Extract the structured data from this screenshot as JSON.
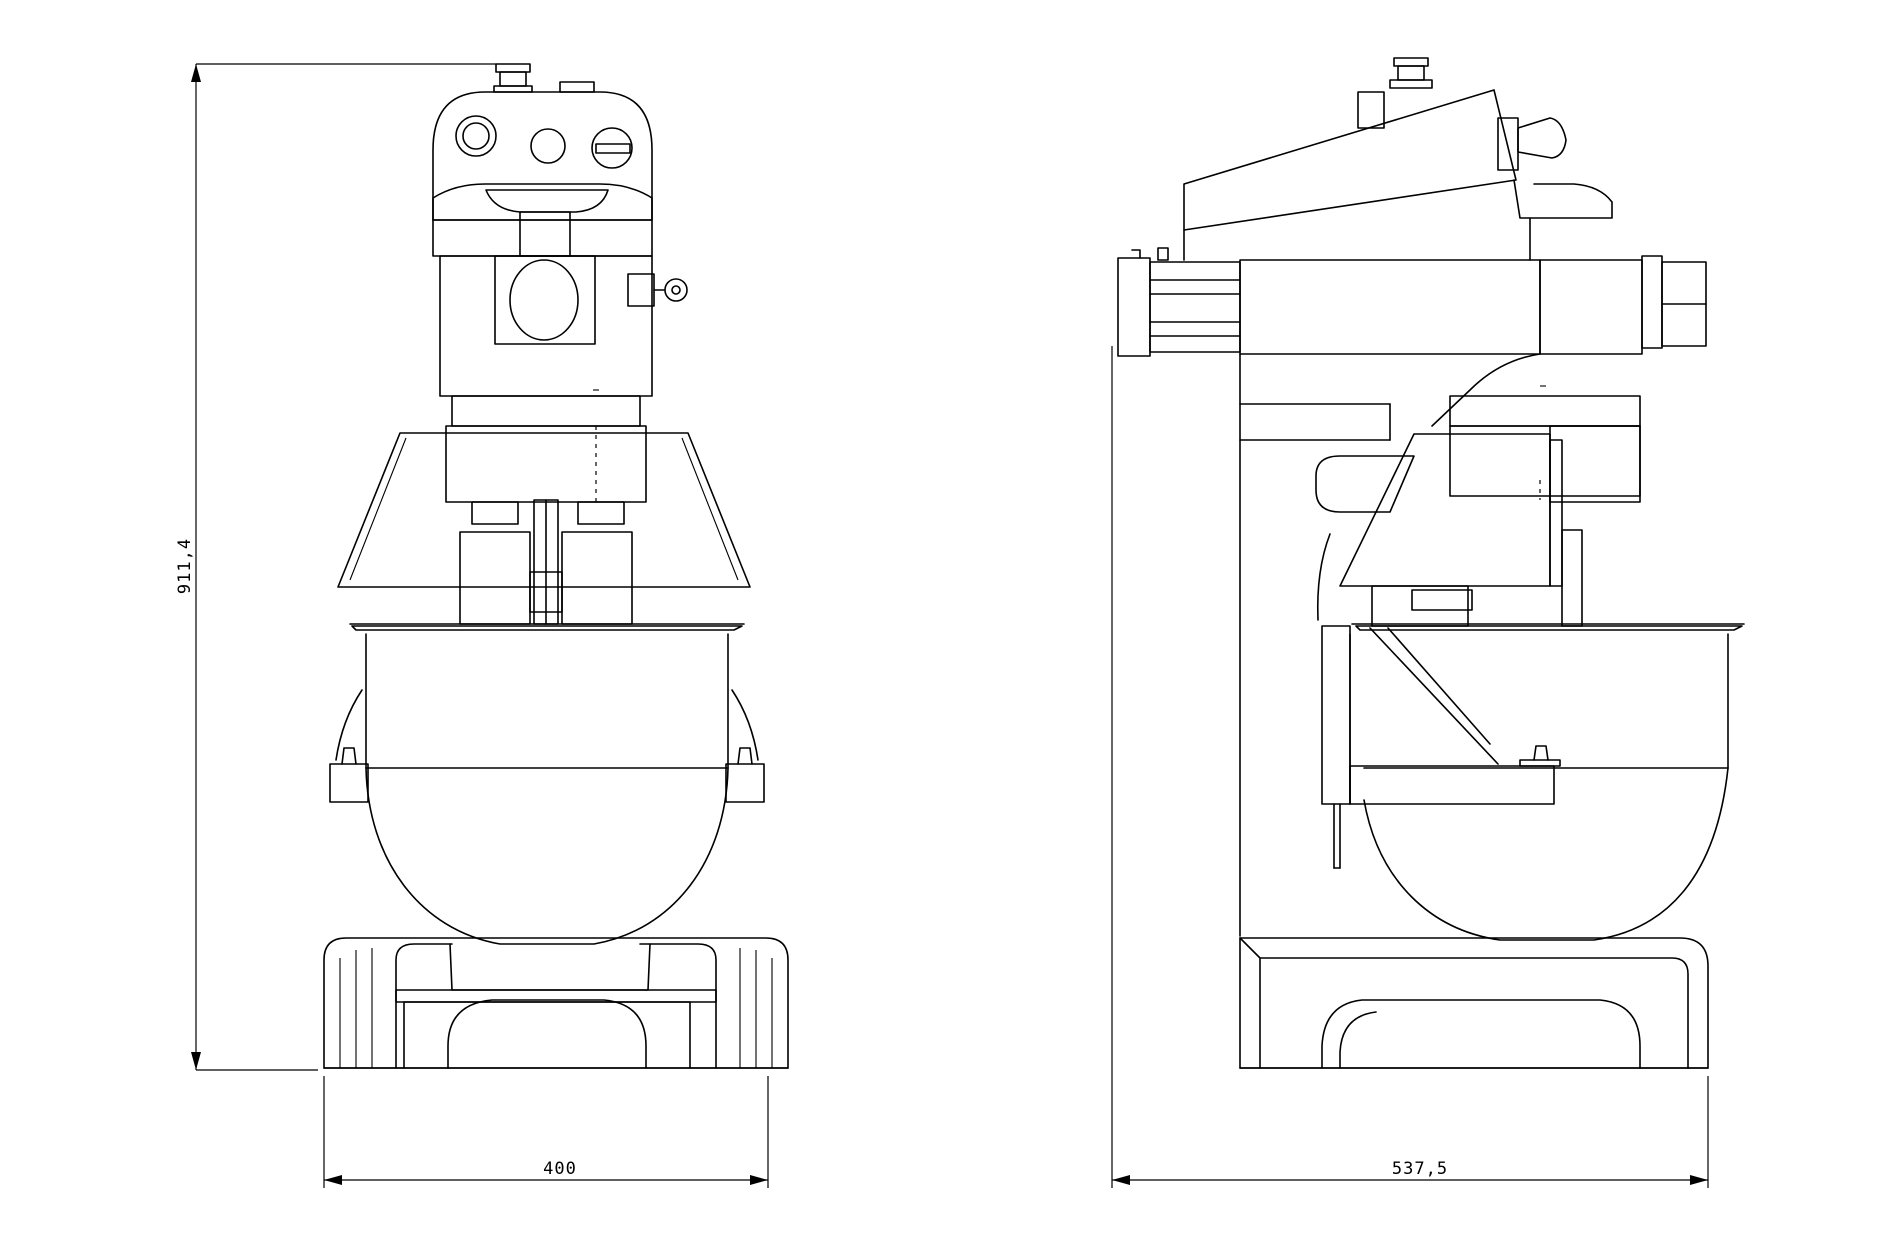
{
  "drawing": {
    "views": [
      {
        "name": "front-view"
      },
      {
        "name": "side-view"
      }
    ],
    "dimensions": {
      "height_label": "911,4",
      "front_width_label": "400",
      "side_depth_label": "537,5"
    }
  }
}
